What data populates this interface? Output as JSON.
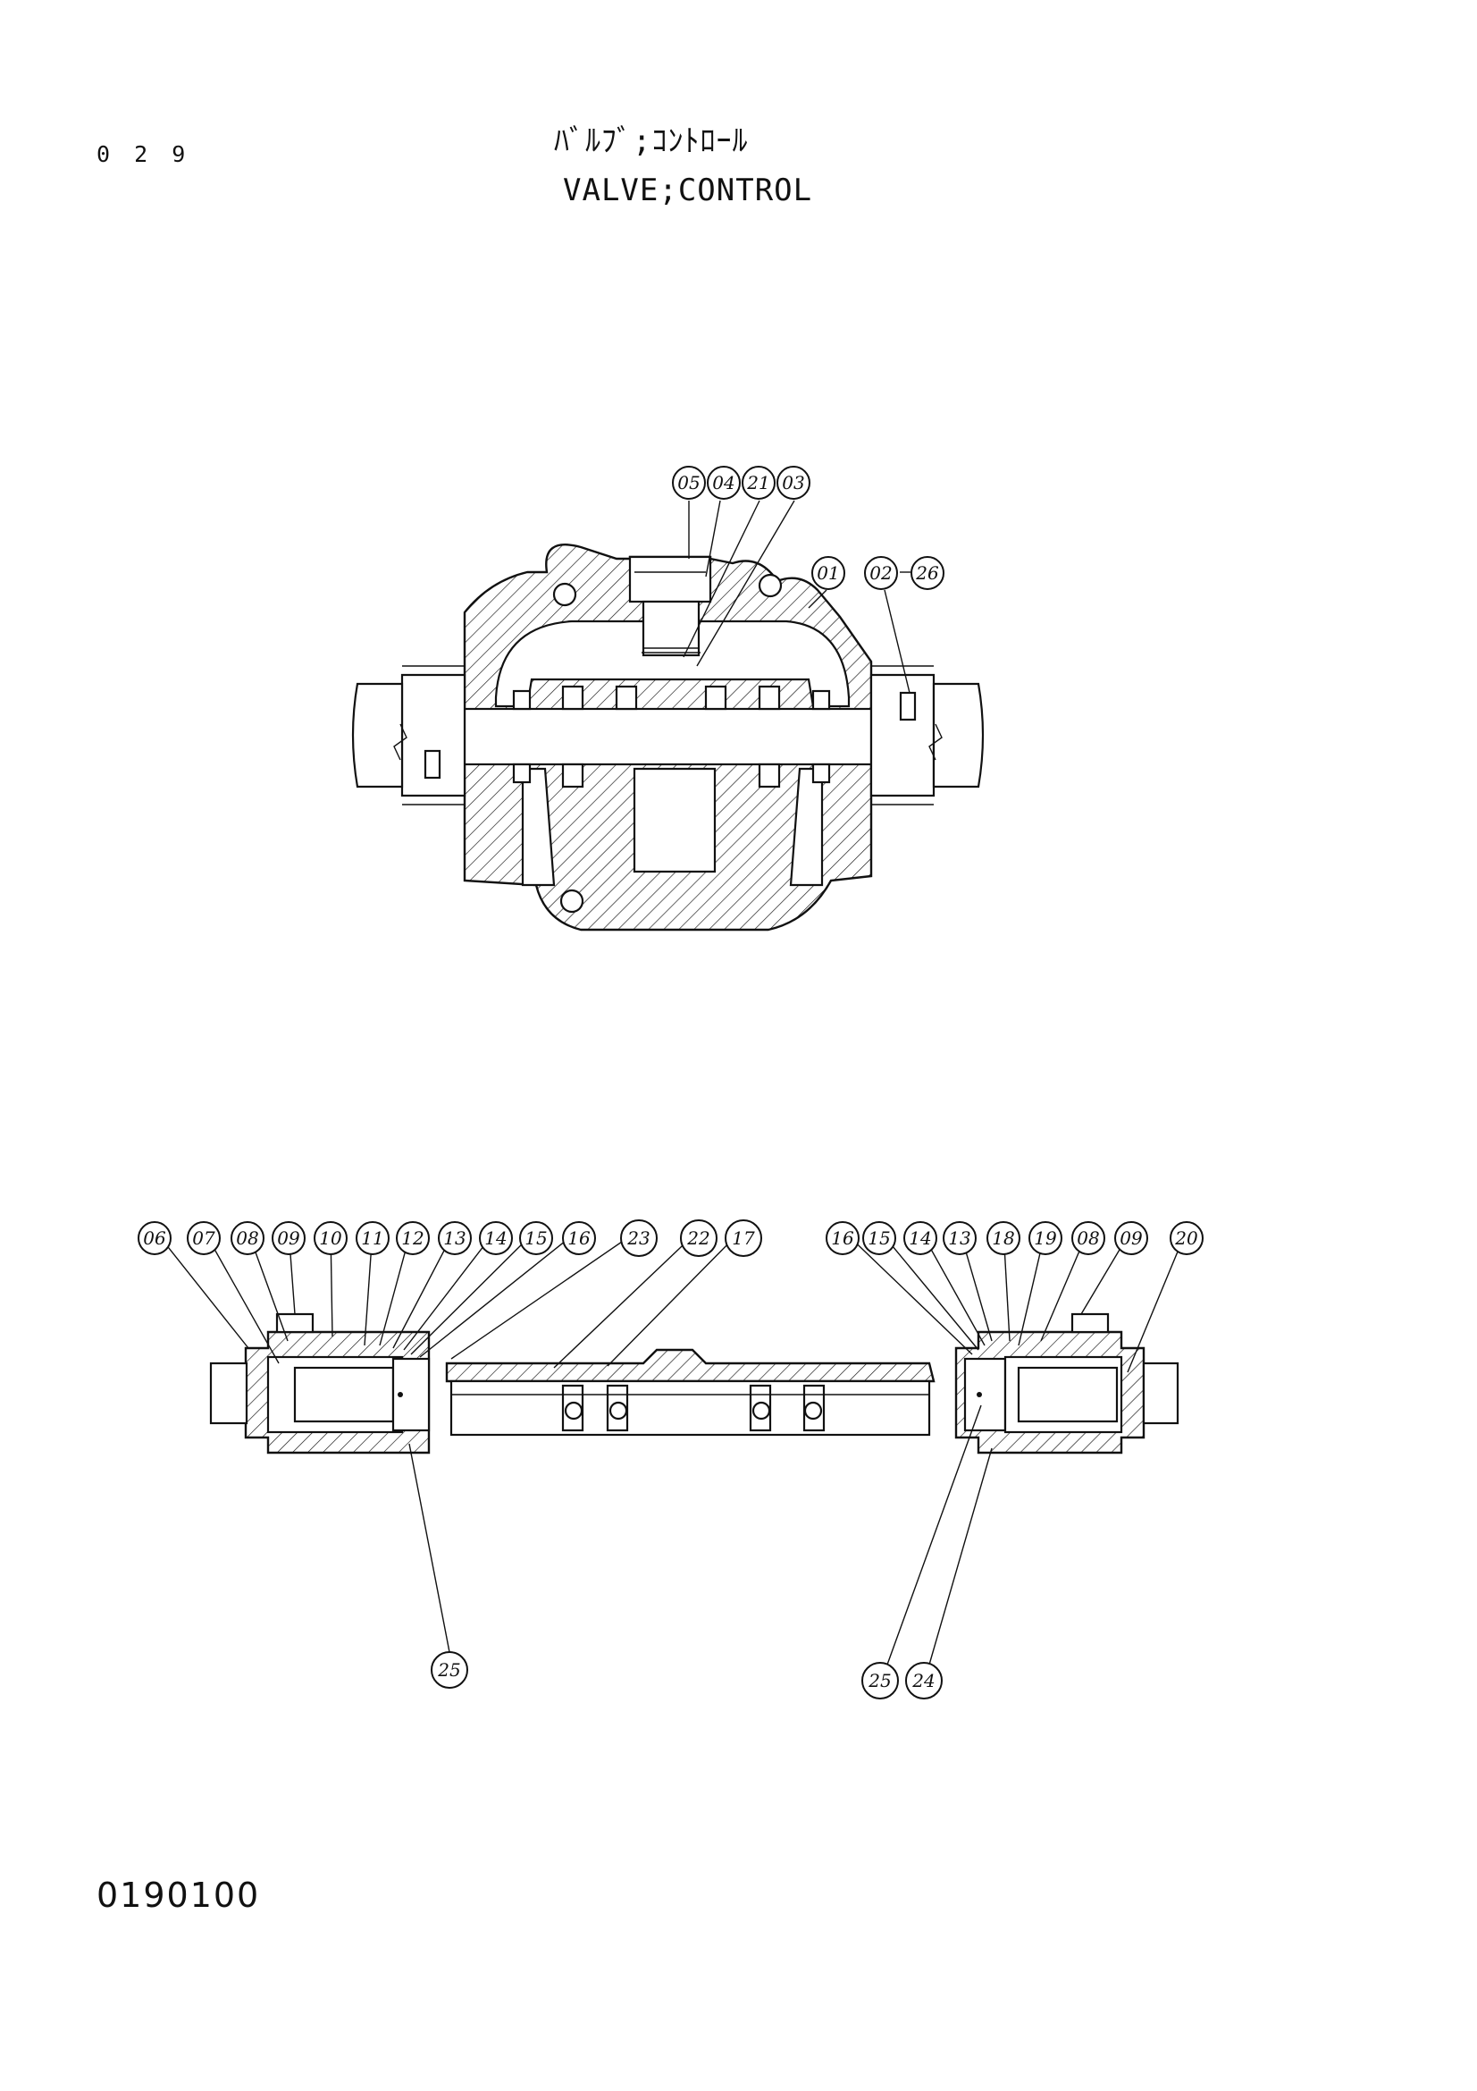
{
  "header": {
    "page_number": "0 2 9",
    "title_jp": "ﾊﾞﾙﾌﾞ;ｺﾝﾄﾛｰﾙ",
    "title_en": "VALVE;CONTROL"
  },
  "footer": {
    "figure_code": "0190100"
  },
  "top_view": {
    "callouts": [
      "05",
      "04",
      "21",
      "03",
      "01",
      "02",
      "26"
    ]
  },
  "bottom_view": {
    "callouts_left": [
      "06",
      "07",
      "08",
      "09",
      "10",
      "11",
      "12",
      "13",
      "14",
      "15",
      "16",
      "23",
      "22",
      "17"
    ],
    "callouts_right": [
      "16",
      "15",
      "14",
      "13",
      "18",
      "19",
      "08",
      "09",
      "20"
    ],
    "callouts_below_left": [
      "25"
    ],
    "callouts_below_right": [
      "25",
      "24"
    ]
  }
}
